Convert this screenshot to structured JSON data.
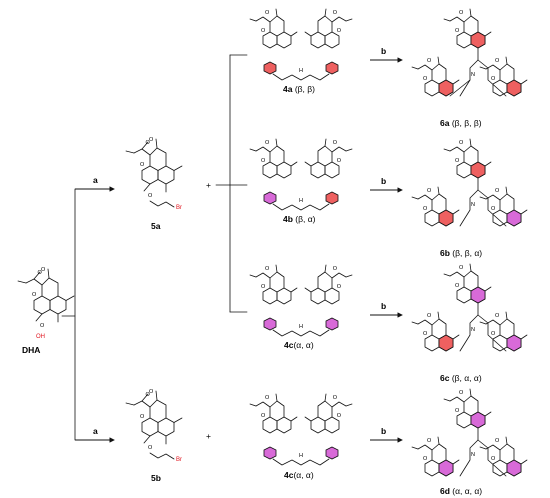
{
  "colors": {
    "beta_highlight": "#ee6060",
    "alpha_highlight": "#d86ad8",
    "hydroxyl": "#e0141e"
  },
  "start": {
    "label": "DHA",
    "oh": "OH"
  },
  "reagents": {
    "a": "a",
    "b": "b"
  },
  "plus": "+",
  "atoms": {
    "br": "Br",
    "n": "N",
    "nh": "H"
  },
  "bromides": [
    {
      "id": "5a"
    },
    {
      "id": "5b"
    }
  ],
  "amines": [
    {
      "id": "4a",
      "config": " (β, β)"
    },
    {
      "id": "4b",
      "config": " (β, α)"
    },
    {
      "id": "4c",
      "config": "(α, α)"
    },
    {
      "id": "4c",
      "config": "(α, α)"
    }
  ],
  "products": [
    {
      "id": "6a",
      "config": " (β, β, β)"
    },
    {
      "id": "6b",
      "config": " (β, β, α)"
    },
    {
      "id": "6c",
      "config": " (β, α, α)"
    },
    {
      "id": "6d",
      "config": " (α, α, α)"
    }
  ]
}
